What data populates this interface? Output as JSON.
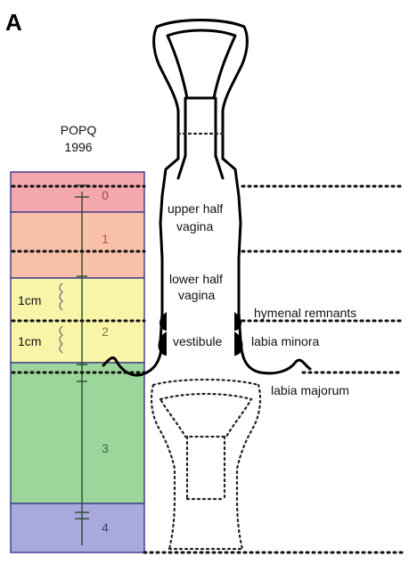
{
  "panel_letter": "A",
  "popq": {
    "line1": "POPQ",
    "line2": "1996"
  },
  "stages": [
    {
      "label": "0",
      "color": "#f4a8ad"
    },
    {
      "label": "1",
      "color": "#f8c0a8"
    },
    {
      "label": "2",
      "color": "#f9f5a8"
    },
    {
      "label": "3",
      "color": "#9cd69a"
    },
    {
      "label": "4",
      "color": "#a9a9dd"
    }
  ],
  "measure_1": "1cm",
  "measure_2": "1cm",
  "labels": {
    "upper_half_1": "upper half",
    "upper_half_2": "vagina",
    "lower_half_1": "lower half",
    "lower_half_2": "vagina",
    "hymenal": "hymenal remnants",
    "vestibule": "vestibule",
    "labia_minora": "labia minora",
    "labia_majorum": "labia majorum"
  }
}
